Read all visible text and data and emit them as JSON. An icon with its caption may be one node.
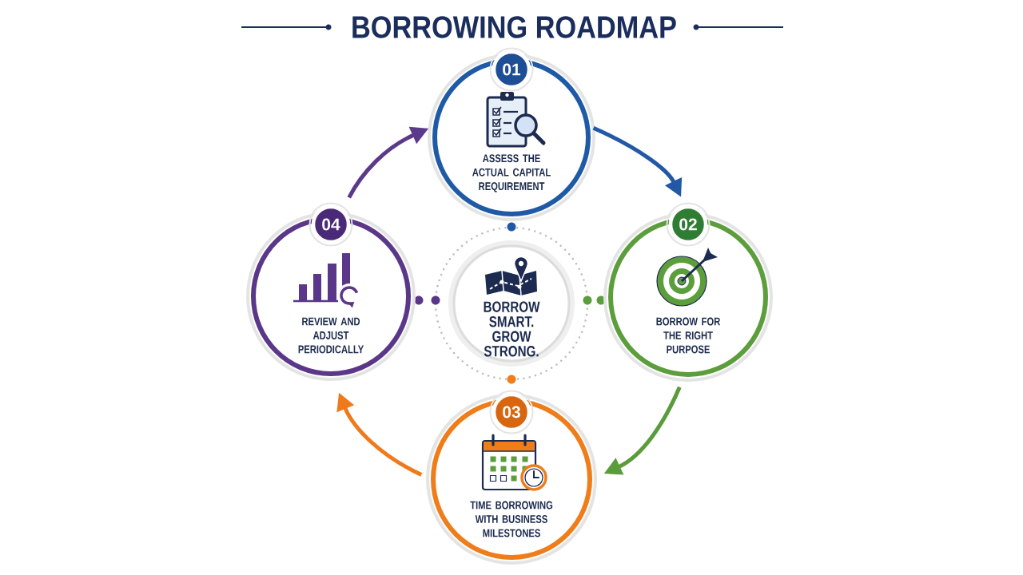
{
  "diagram": {
    "title": "BORROWING ROADMAP",
    "nodes": [
      {
        "text": [
          "01",
          "ASSESS THE ACTUAL CAPITAL REQUIREMENT"
        ]
      },
      {
        "text": [
          "02",
          "BORROW FOR THE RIGHT PURPOSE"
        ]
      },
      {
        "text": [
          "03",
          "TIME BORROWING WITH BUSINESS MILESTONES"
        ]
      },
      {
        "text": [
          "04",
          "REVIEW AND ADJUST PERIODICALLY"
        ]
      },
      {
        "text": [
          "BORROW SMART. GROW STRONG."
        ]
      }
    ],
    "edges": [
      {
        "from": 0,
        "to": 1,
        "arrow": "to",
        "color": "#2258a5"
      },
      {
        "from": 1,
        "to": 2,
        "arrow": "to",
        "color": "#5a9c3a"
      },
      {
        "from": 2,
        "to": 3,
        "arrow": "to",
        "color": "#ee7a1c"
      },
      {
        "from": 3,
        "to": 0,
        "arrow": "to",
        "color": "#5b3a8c"
      }
    ]
  }
}
